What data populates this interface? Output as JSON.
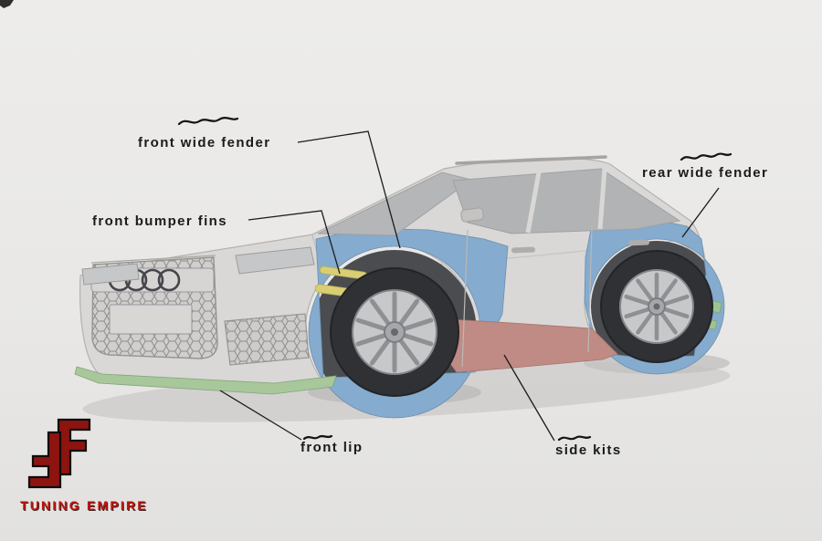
{
  "labels": {
    "front_wide_fender": "front wide fender",
    "front_bumper_fins": "front bumper fins",
    "rear_wide_fender": "rear wide fender",
    "front_lip": "front lip",
    "side_kits": "side kits"
  },
  "branding": {
    "name": "TUNING EMPIRE",
    "text_color": "#c0140c",
    "emblem_color": "#8e1410"
  },
  "colors": {
    "background": "#e9e8e6",
    "body_gray": "#d9d8d6",
    "fender_blue": "#85abce",
    "side_kit_red": "#c08b84",
    "lip_green": "#a8c79b",
    "canard_green": "#9cc492",
    "fin_yellow": "#d8ce74",
    "label_text": "#1b1b1b"
  }
}
